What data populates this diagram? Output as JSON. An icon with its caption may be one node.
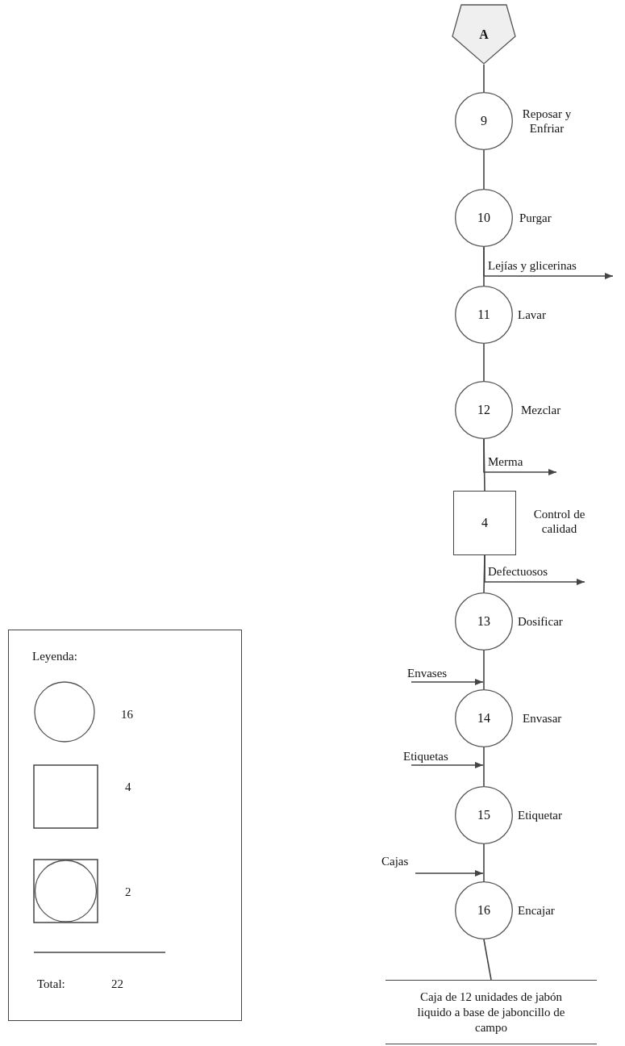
{
  "diagram": {
    "nodes": [
      {
        "text": [
          "A"
        ]
      },
      {
        "text": [
          "9"
        ],
        "beside": [
          "Reposar y Enfriar"
        ]
      },
      {
        "text": [
          "10"
        ],
        "beside": [
          "Purgar"
        ]
      },
      {
        "text": [
          "11"
        ],
        "beside": [
          "Lavar"
        ]
      },
      {
        "text": [
          "12"
        ],
        "beside": [
          "Mezclar"
        ]
      },
      {
        "text": [
          "4"
        ],
        "beside": [
          "Control de calidad"
        ]
      },
      {
        "text": [
          "13"
        ],
        "beside": [
          "Dosificar"
        ]
      },
      {
        "text": [
          "14"
        ],
        "beside": [
          "Envasar"
        ]
      },
      {
        "text": [
          "15"
        ],
        "beside": [
          "Etiquetar"
        ]
      },
      {
        "text": [
          "16"
        ],
        "beside": [
          "Encajar"
        ]
      },
      {
        "text": [
          "Caja de 12 unidades de jabón liquido a base de jaboncillo de campo"
        ]
      }
    ],
    "edges": [
      {
        "from": 0,
        "to": 1,
        "arrow": "none"
      },
      {
        "from": 1,
        "to": 2,
        "arrow": "none"
      },
      {
        "from": 2,
        "to": 3,
        "arrow": "none"
      },
      {
        "from": 3,
        "to": 4,
        "arrow": "none"
      },
      {
        "from": 4,
        "to": 5,
        "arrow": "none"
      },
      {
        "from": 5,
        "to": 6,
        "arrow": "none"
      },
      {
        "from": 6,
        "to": 7,
        "arrow": "none"
      },
      {
        "from": 7,
        "to": 8,
        "arrow": "none"
      },
      {
        "from": 8,
        "to": 9,
        "arrow": "none"
      },
      {
        "from": 9,
        "to": 10,
        "arrow": "none"
      },
      {
        "from": 2,
        "to": null,
        "arrow": "to",
        "label": "Lejías y glicerinas"
      },
      {
        "from": 4,
        "to": null,
        "arrow": "to",
        "label": "Merma"
      },
      {
        "from": 5,
        "to": null,
        "arrow": "to",
        "label": "Defectuosos"
      },
      {
        "from": null,
        "to": 7,
        "arrow": "to",
        "label": "Envases"
      },
      {
        "from": null,
        "to": 8,
        "arrow": "to",
        "label": "Etiquetas"
      },
      {
        "from": null,
        "to": 9,
        "arrow": "to",
        "label": "Cajas"
      }
    ],
    "labels": [
      "Leyenda:",
      "Total:",
      "22"
    ],
    "legend": [
      {
        "text": "16"
      },
      {
        "text": "4"
      },
      {
        "text": "2"
      }
    ]
  }
}
